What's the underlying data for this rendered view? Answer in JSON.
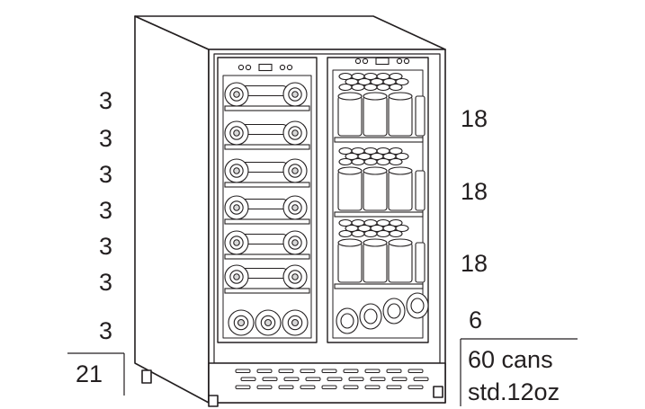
{
  "diagram": {
    "left_counts": [
      "3",
      "3",
      "3",
      "3",
      "3",
      "3",
      "3"
    ],
    "left_total": "21",
    "right_counts": [
      "18",
      "18",
      "18",
      "6"
    ],
    "right_total_line1": "60 cans",
    "right_total_line2": "std.12oz"
  },
  "colors": {
    "line": "#231f20",
    "fill": "#ffffff",
    "shade": "#d9d9d9"
  },
  "icons": {
    "bottle": "wine-bottle-icon",
    "can": "beverage-can-icon"
  }
}
